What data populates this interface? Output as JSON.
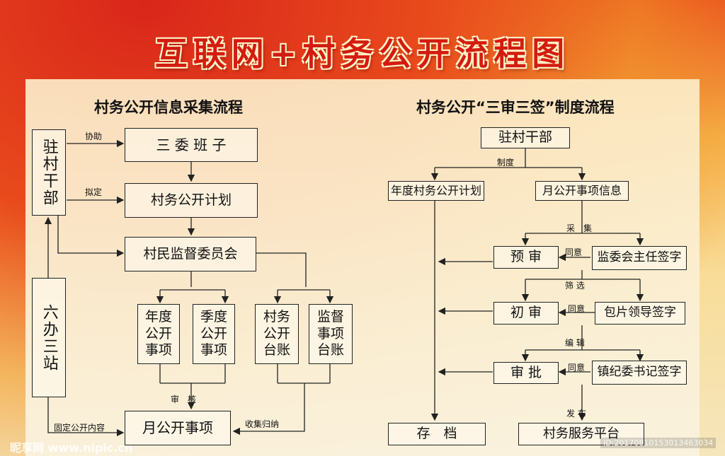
{
  "title": "互联网+村务公开流程图",
  "left": {
    "heading": "村务公开信息采集流程",
    "zhucun": "驻村干部",
    "liuban": "六办三站",
    "sanwei": "三 委 班 子",
    "jihua": "村务公开计划",
    "jiandu": "村民监督委员会",
    "niandu": "年度公开事项",
    "jidu": "季度公开事项",
    "taizhang": "村务公开台账",
    "jiandutaizhang": "监督事项台账",
    "yuegong": "月公开事项",
    "labels": {
      "xiezhu": "协助",
      "niding": "拟定",
      "shenhe": "审　核",
      "guding": "固定公开内容",
      "shouji": "收集归纳"
    }
  },
  "right": {
    "heading": "村务公开“三审三签”制度流程",
    "zhucun": "驻村干部",
    "niandujihua": "年度村务公开计划",
    "yuexinxi": "月公开事项信息",
    "yushen": "预 审",
    "chushen": "初 审",
    "shenpi": "审 批",
    "sig1": "监委会主任签字",
    "sig2": "包片领导签字",
    "sig3": "镇纪委书记签字",
    "cundang": "存　档",
    "pingtai": "村务服务平台",
    "labels": {
      "zhidu": "制度",
      "caiji": "采　集",
      "shaixuan": "筛 选",
      "bianji": "编 辑",
      "fabu": "发 布",
      "tongyi": "同意"
    }
  },
  "watermark": {
    "site": "昵享网 www.nipic.cn",
    "id": "ID:20170810153013463034"
  }
}
